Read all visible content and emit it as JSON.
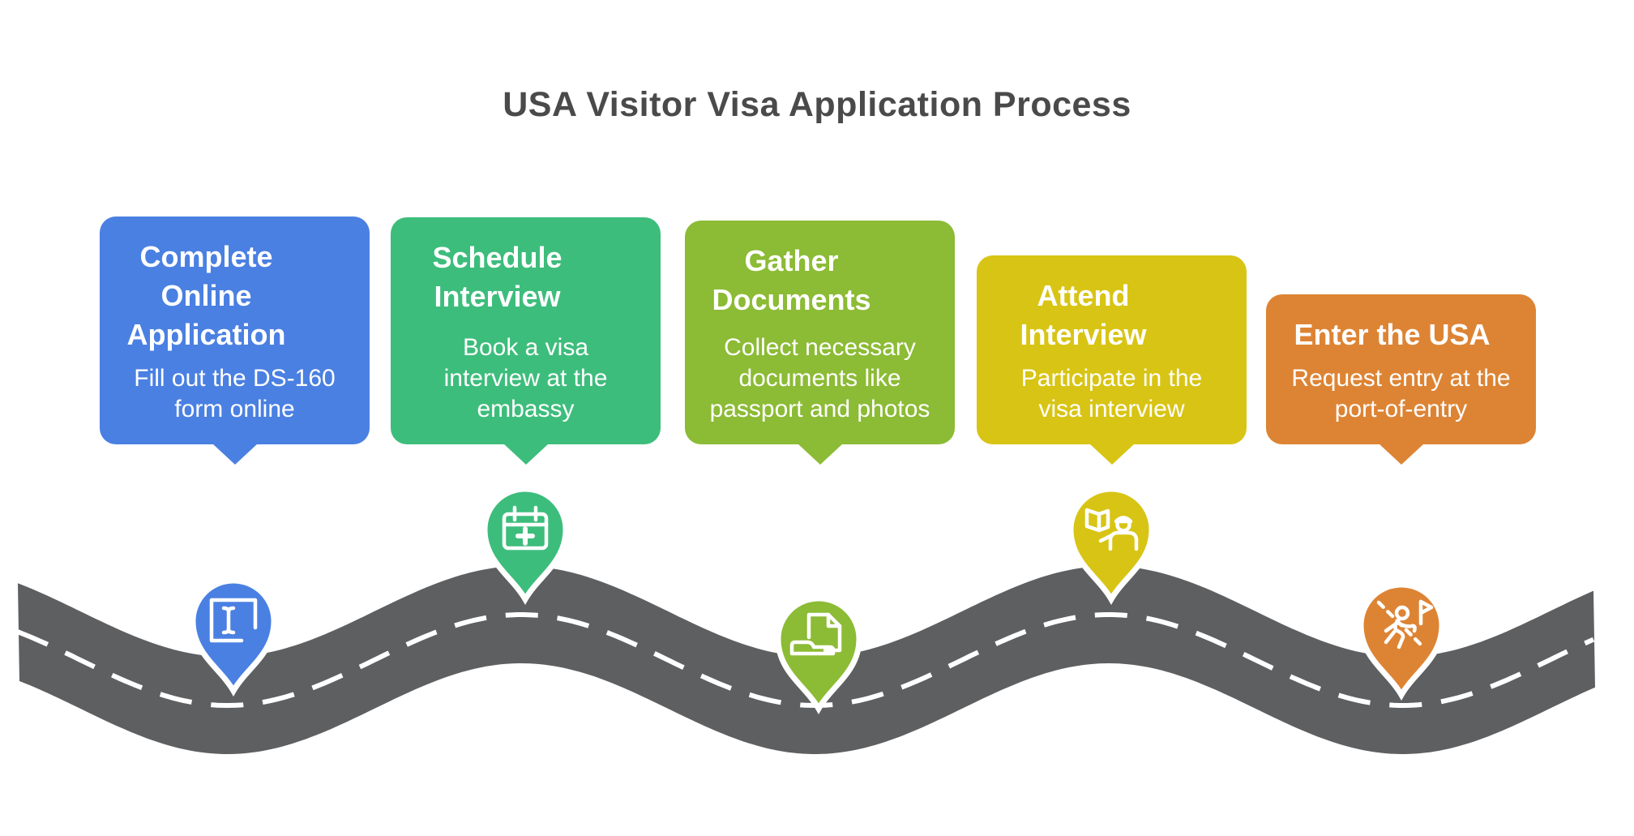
{
  "title": "USA Visitor Visa Application Process",
  "steps": [
    {
      "heading": "Complete Online Application",
      "description": "Fill out the DS-160 form online",
      "color": "#4A80E2",
      "icon": "form-cursor-icon"
    },
    {
      "heading": "Schedule Interview",
      "description": "Book a visa interview at the embassy",
      "color": "#3DBD7C",
      "icon": "calendar-plus-icon"
    },
    {
      "heading": "Gather Documents",
      "description": "Collect necessary documents like passport and photos",
      "color": "#8CBB35",
      "icon": "documents-icon"
    },
    {
      "heading": "Attend Interview",
      "description": "Participate in the visa interview",
      "color": "#D8C414",
      "icon": "interview-officer-icon"
    },
    {
      "heading": "Enter the USA",
      "description": "Request entry at the port-of-entry",
      "color": "#DD8434",
      "icon": "border-crossing-icon"
    }
  ],
  "road": {
    "color": "#5E5F61",
    "lane_marking_color": "#FFFFFF"
  },
  "colors": {
    "background": "#FFFFFF",
    "title_text": "#4A4A4A",
    "card_text": "#FFFFFF"
  }
}
